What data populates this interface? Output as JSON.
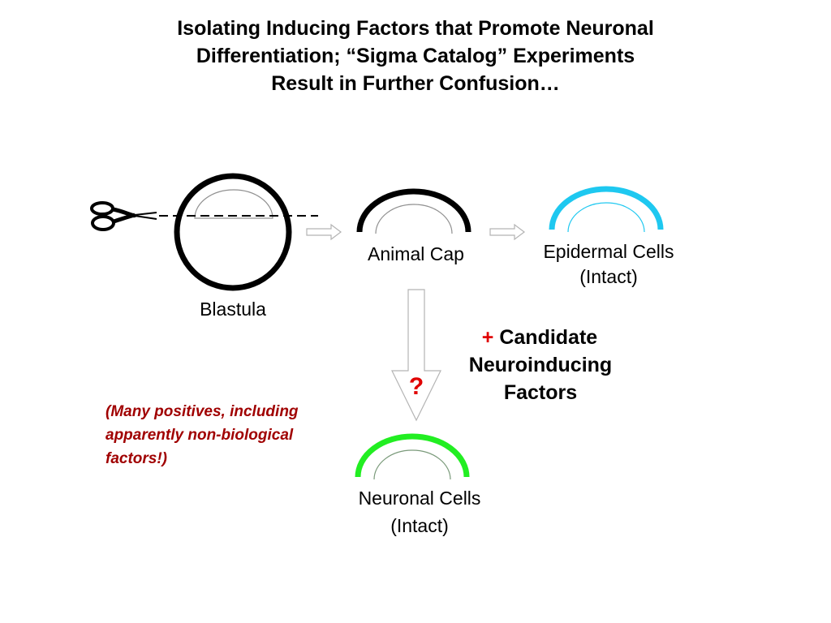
{
  "title": {
    "lines": [
      "Isolating Inducing Factors that Promote Neuronal",
      "Differentiation; “Sigma Catalog” Experiments",
      "Result in Further Confusion…"
    ]
  },
  "labels": {
    "blastula": "Blastula",
    "animal_cap": "Animal Cap",
    "epidermal": [
      "Epidermal Cells",
      "(Intact)"
    ],
    "neuronal": [
      "Neuronal Cells",
      "(Intact)"
    ]
  },
  "candidate": {
    "plus": "+",
    "lines": [
      "Candidate",
      "Neuroinducing",
      "Factors"
    ]
  },
  "question": "?",
  "note": {
    "lines": [
      "(Many positives, including",
      "apparently non-biological",
      "factors!)"
    ]
  },
  "icons": [
    "scissors-icon",
    "right-arrow-icon",
    "down-arrow-icon"
  ],
  "colors": {
    "black": "#000000",
    "epidermal": "#1ec8f0",
    "neuronal": "#22ee22",
    "accent_red": "#e00000",
    "note_red": "#a00000",
    "arrow_outline": "#b4b4b4"
  }
}
